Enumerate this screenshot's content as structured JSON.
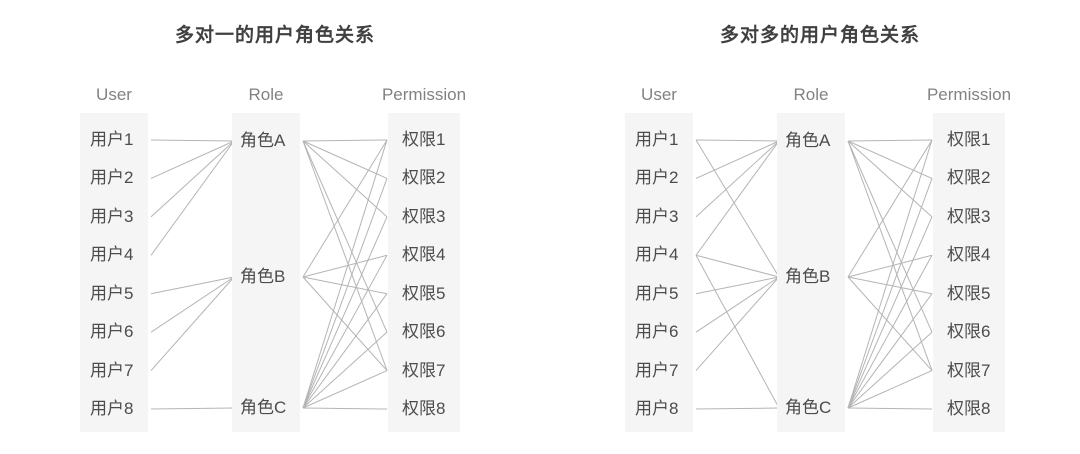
{
  "colors": {
    "background": "#ffffff",
    "strip_background": "#f5f5f6",
    "label_text": "#4c4c4c",
    "header_text": "#828282",
    "title_text": "#404040",
    "line": "#b4b4b4"
  },
  "diagrams": [
    {
      "id": "many-to-one",
      "title": "多对一的用户角色关系",
      "columns": {
        "user": {
          "header": "User",
          "items": [
            "用户1",
            "用户2",
            "用户3",
            "用户4",
            "用户5",
            "用户6",
            "用户7",
            "用户8"
          ]
        },
        "role": {
          "header": "Role",
          "items": [
            "角色A",
            "角色B",
            "角色C"
          ]
        },
        "permission": {
          "header": "Permission",
          "items": [
            "权限1",
            "权限2",
            "权限3",
            "权限4",
            "权限5",
            "权限6",
            "权限7",
            "权限8"
          ]
        }
      },
      "user_role_edges": [
        [
          0,
          0
        ],
        [
          1,
          0
        ],
        [
          2,
          0
        ],
        [
          3,
          0
        ],
        [
          4,
          1
        ],
        [
          5,
          1
        ],
        [
          6,
          1
        ],
        [
          7,
          2
        ]
      ],
      "role_permission_edges": [
        [
          0,
          0
        ],
        [
          0,
          1
        ],
        [
          0,
          2
        ],
        [
          0,
          5
        ],
        [
          0,
          6
        ],
        [
          1,
          0
        ],
        [
          1,
          3
        ],
        [
          1,
          4
        ],
        [
          1,
          6
        ],
        [
          2,
          0
        ],
        [
          2,
          1
        ],
        [
          2,
          2
        ],
        [
          2,
          3
        ],
        [
          2,
          4
        ],
        [
          2,
          5
        ],
        [
          2,
          6
        ],
        [
          2,
          7
        ]
      ]
    },
    {
      "id": "many-to-many",
      "title": "多对多的用户角色关系",
      "columns": {
        "user": {
          "header": "User",
          "items": [
            "用户1",
            "用户2",
            "用户3",
            "用户4",
            "用户5",
            "用户6",
            "用户7",
            "用户8"
          ]
        },
        "role": {
          "header": "Role",
          "items": [
            "角色A",
            "角色B",
            "角色C"
          ]
        },
        "permission": {
          "header": "Permission",
          "items": [
            "权限1",
            "权限2",
            "权限3",
            "权限4",
            "权限5",
            "权限6",
            "权限7",
            "权限8"
          ]
        }
      },
      "user_role_edges": [
        [
          0,
          0
        ],
        [
          0,
          1
        ],
        [
          1,
          0
        ],
        [
          2,
          0
        ],
        [
          3,
          0
        ],
        [
          3,
          1
        ],
        [
          3,
          2
        ],
        [
          4,
          1
        ],
        [
          5,
          1
        ],
        [
          6,
          1
        ],
        [
          7,
          2
        ]
      ],
      "role_permission_edges": [
        [
          0,
          0
        ],
        [
          0,
          1
        ],
        [
          0,
          2
        ],
        [
          0,
          5
        ],
        [
          0,
          6
        ],
        [
          1,
          0
        ],
        [
          1,
          3
        ],
        [
          1,
          4
        ],
        [
          1,
          6
        ],
        [
          2,
          0
        ],
        [
          2,
          1
        ],
        [
          2,
          2
        ],
        [
          2,
          3
        ],
        [
          2,
          4
        ],
        [
          2,
          5
        ],
        [
          2,
          6
        ],
        [
          2,
          7
        ]
      ]
    }
  ]
}
